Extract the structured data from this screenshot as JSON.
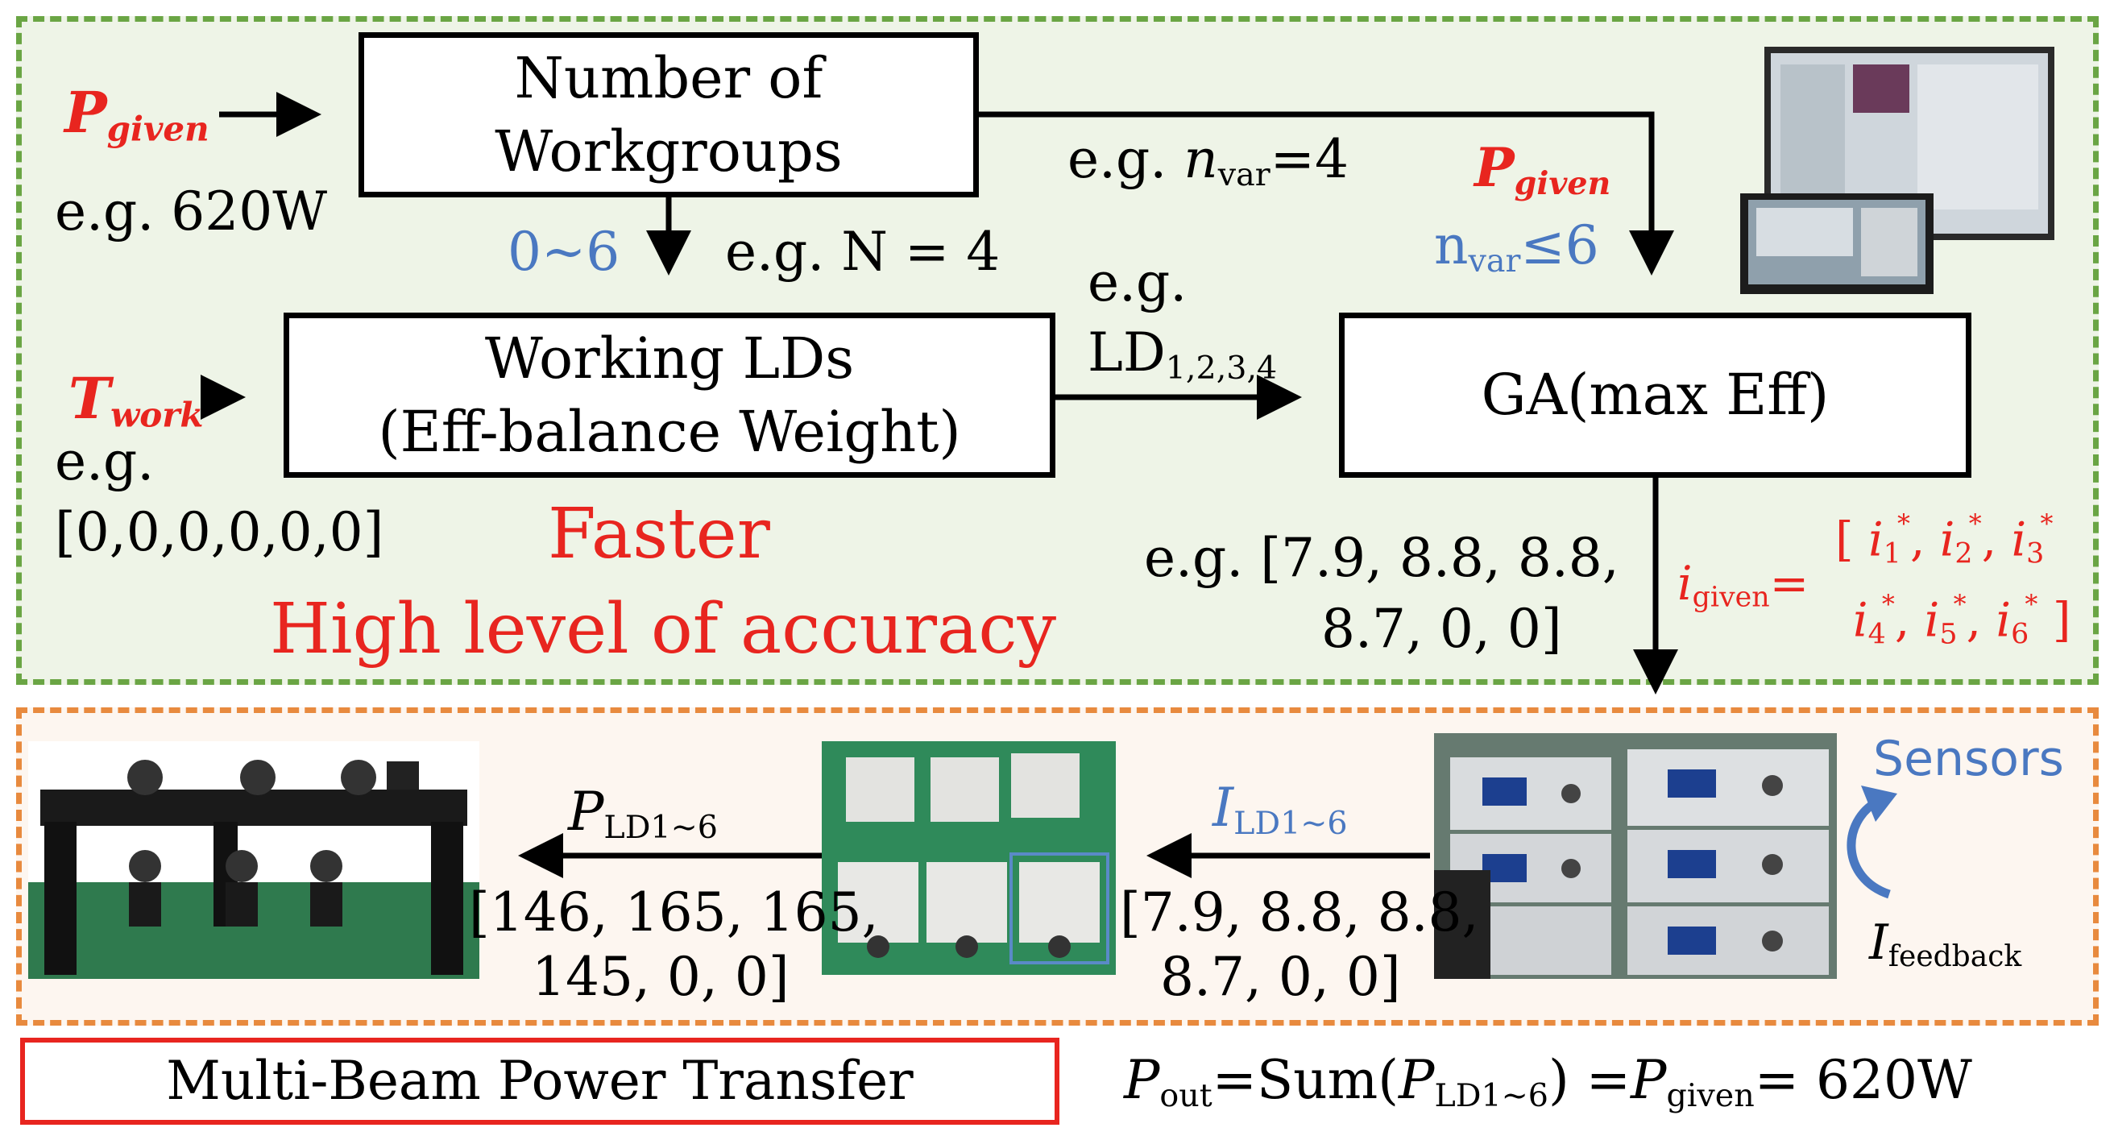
{
  "boxes": {
    "workgroups": [
      "Number of",
      "Workgroups"
    ],
    "working_lds": [
      "Working LDs",
      "(Eff-balance Weight)"
    ],
    "ga": "GA(max Eff)",
    "mbpt": "Multi-Beam  Power Transfer"
  },
  "labels": {
    "p_given_symbol": "P",
    "p_given_sub": "given",
    "eg_620w": "e.g. 620W",
    "t_work_symbol": "T",
    "t_work_sub": "work",
    "eg_prefix": "e.g.",
    "t_work_example": "[0,0,0,0,0,0]",
    "range_0_6": "0~6",
    "eg_n4": "e.g. N = 4",
    "eg_nvar_prefix": "e.g. ",
    "nvar_symbol": "n",
    "nvar_sub": "var",
    "nvar_value": "=4",
    "nvar_limit_n": "n",
    "nvar_limit_sub": "var",
    "nvar_limit_value": "≤6",
    "ld_symbol": "LD",
    "ld_sub": "1,2,3,4",
    "faster": "Faster",
    "accuracy": "High level of accuracy",
    "current_example_1": "e.g. [7.9, 8.8, 8.8,",
    "current_example_2": "8.7,  0,   0]",
    "i_given_symbol": "i",
    "i_given_sub": "given",
    "i_given_eq": "=",
    "i_given_line1": [
      "1",
      "2",
      "3"
    ],
    "i_given_line2": [
      "4",
      "5",
      "6"
    ],
    "i_star": "*",
    "i_bracket_open": "[",
    "i_bracket_close": "]",
    "i_comma": ",",
    "sensors": "Sensors",
    "i_feedback_symbol": "I",
    "i_feedback_sub": "feedback",
    "i_ld_symbol": "I",
    "i_ld_sub": "LD1~6",
    "i_ld_values_1": "[7.9, 8.8, 8.8,",
    "i_ld_values_2": "8.7,  0,   0]",
    "p_ld_symbol": "P",
    "p_ld_sub": "LD1~6",
    "p_ld_values_1": "[146, 165, 165,",
    "p_ld_values_2": "145,  0,   0]",
    "pout_symbol": "P",
    "pout_sub": "out",
    "pout_eq1": "=Sum(",
    "pout_inner_symbol": "P",
    "pout_inner_sub": "LD1~6",
    "pout_eq2": ") =",
    "pout_given_symbol": "P",
    "pout_given_sub": "given",
    "pout_value": "= 620W"
  },
  "colors": {
    "top_zone_border": "#6aa544",
    "bottom_zone_border": "#e88a3e",
    "emphasis_red": "#e8251f",
    "note_blue": "#4a78c1"
  },
  "photos": {
    "monitor": "control-software-monitor",
    "power_supplies": "laser-driver-power-supplies",
    "ld_modules": "laser-diode-modules",
    "receivers": "beam-receiver-platform"
  }
}
